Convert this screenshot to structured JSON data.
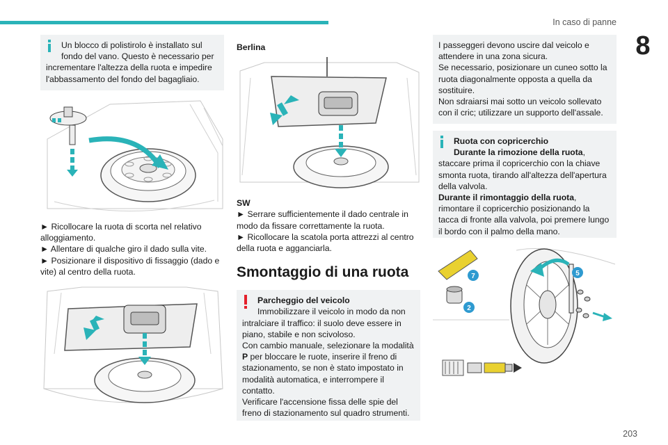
{
  "header": {
    "title": "In caso di panne",
    "chapter": "8",
    "page": "203"
  },
  "colors": {
    "accent": "#2ab3b8",
    "info": "#2ab3b8",
    "warning": "#e4202b",
    "box_bg": "#f0f2f3",
    "badge": "#2e9ad0",
    "tool_yellow": "#e9d130"
  },
  "col1": {
    "note": {
      "icon": "info-icon",
      "line1": "Un blocco di polistirolo è installato sul",
      "line2": "fondo del vano. Questo è necessario per",
      "rest": "incrementare l'altezza della ruota e impedire l'abbassamento del fondo del bagagliaio."
    },
    "bullets": [
      "► Ricollocare la ruota di scorta nel relativo alloggiamento.",
      "► Allentare di qualche giro il dado sulla vite.",
      "► Posizionare il dispositivo di fissaggio (dado e vite) al centro della ruota."
    ]
  },
  "col2": {
    "berlina": "Berlina",
    "sw": "SW",
    "sw_bullets": [
      "► Serrare sufficientemente il dado centrale in modo da fissare correttamente la ruota.",
      "► Ricollocare la scatola porta attrezzi al centro della ruota e agganciarla."
    ],
    "section_title": "Smontaggio di una ruota",
    "warning": {
      "icon": "warning-icon",
      "title": "Parcheggio del veicolo",
      "line1": "Immobilizzare il veicolo in modo da non",
      "rest1": "intralciare il traffico: il suolo deve essere in piano, stabile e non scivoloso.",
      "rest2_a": "Con cambio manuale, selezionare la modalità ",
      "rest2_b": "P",
      "rest2_c": " per bloccare le ruote, inserire il freno di stazionamento, se non è stato impostato in modalità automatica, e interrompere il contatto.",
      "rest3": "Verificare l'accensione fissa delle spie del freno di stazionamento sul quadro strumenti."
    }
  },
  "col3": {
    "safety": {
      "p1": "I passeggeri devono uscire dal veicolo e attendere in una zona sicura.",
      "p2": "Se necessario, posizionare un cuneo sotto la ruota diagonalmente opposta a quella da sostituire.",
      "p3": "Non sdraiarsi mai sotto un veicolo sollevato con il cric; utilizzare un supporto dell'assale."
    },
    "hubcap": {
      "icon": "info-icon",
      "title": "Ruota con copricerchio",
      "sub1": "Durante la rimozione della ruota",
      "sub1_rest_a": ",",
      "sub1_rest": "staccare prima il copricerchio con la chiave smonta ruota, tirando all'altezza dell'apertura della valvola.",
      "sub2": "Durante il rimontaggio della ruota",
      "sub2_rest_a": ",",
      "sub2_rest": "rimontare il copricerchio posizionando la tacca di fronte alla valvola, poi premere lungo il bordo con il palmo della mano."
    },
    "badges": [
      "7",
      "2",
      "5"
    ]
  }
}
